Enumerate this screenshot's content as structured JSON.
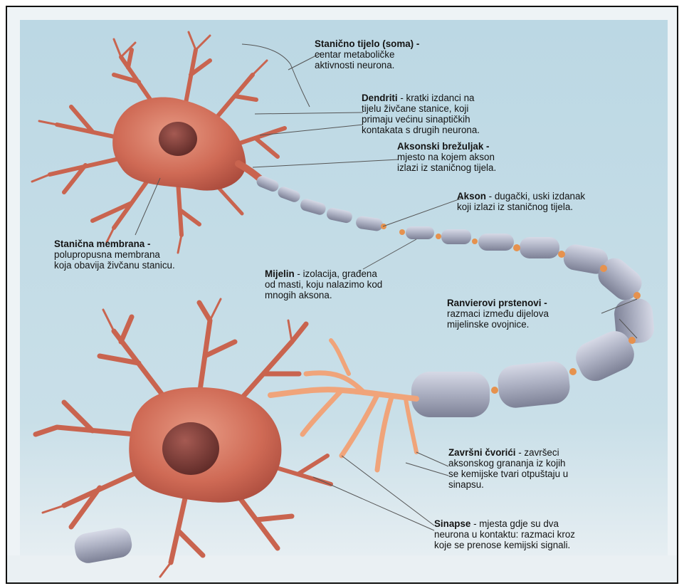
{
  "labels": {
    "soma": {
      "title": "Stanično tijelo (soma)",
      "sep": " -",
      "lines": [
        "centar metaboličke",
        "aktivnosti neurona."
      ]
    },
    "dendriti": {
      "title": "Dendriti",
      "sep": " - kratki izdanci na",
      "lines": [
        "tijelu živčane stanice, koji",
        "primaju većinu sinaptičkih",
        "kontakata s drugih neurona."
      ]
    },
    "brezuljak": {
      "title": "Aksonski brežuljak",
      "sep": " -",
      "lines": [
        "mjesto na kojem akson",
        "izlazi iz staničnog tijela."
      ]
    },
    "akson": {
      "title": "Akson",
      "sep": " - dugački, uski  izdanak",
      "lines": [
        "koji izlazi iz staničnog tijela."
      ]
    },
    "membrana": {
      "title": "Stanična membrana",
      "sep": " -",
      "lines": [
        "polupropusna  membrana",
        "koja obavija živčanu stanicu."
      ]
    },
    "mijelin": {
      "title": "Mijelin",
      "sep": " - izolacija, građena",
      "lines": [
        "od masti, koju nalazimo kod",
        "mnogih aksona."
      ]
    },
    "ranvier": {
      "title": "Ranvierovi prstenovi",
      "sep": " -",
      "lines": [
        "razmaci između dijelova",
        "mijelinske ovojnice."
      ]
    },
    "cvorici": {
      "title": "Završni čvorići",
      "sep": " - završeci",
      "lines": [
        "aksonskog grananja iz kojih",
        "se kemijske tvari otpuštaju u",
        "sinapsu."
      ]
    },
    "sinapse": {
      "title": "Sinapse",
      "sep": " - mjesta gdje su dva",
      "lines": [
        "neurona u kontaktu: razmaci kroz",
        "koje se prenose kemijski signali."
      ]
    }
  },
  "colors": {
    "background": "#c4dbe4",
    "cell": "#c8624f",
    "cell_light": "#e39a83",
    "nucleus": "#7d3a35",
    "myelin": "#aeb2c4",
    "node": "#e6924e",
    "terminal": "#f0a47a"
  }
}
